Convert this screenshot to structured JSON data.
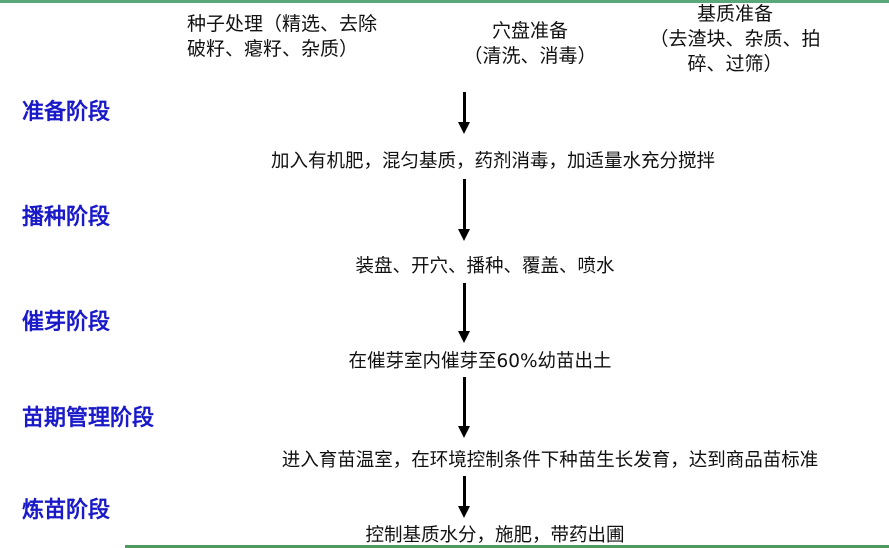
{
  "header_inputs": [
    {
      "id": "seed",
      "lines": [
        "种子处理（精选、去除",
        "破籽、瘪籽、杂质）"
      ]
    },
    {
      "id": "tray",
      "lines": [
        "穴盘准备",
        "（清洗、消毒）"
      ]
    },
    {
      "id": "substrate",
      "lines": [
        "基质准备",
        "（去渣块、杂质、拍",
        "碎、过筛）"
      ]
    }
  ],
  "stages": [
    {
      "label": "准备阶段",
      "step": "加入有机肥，混匀基质，药剂消毒，加适量水充分搅拌"
    },
    {
      "label": "播种阶段",
      "step": "装盘、开穴、播种、覆盖、喷水"
    },
    {
      "label": "催芽阶段",
      "step": "在催芽室内催芽至60%幼苗出土"
    },
    {
      "label": "苗期管理阶段",
      "step": "进入育苗温室，在环境控制条件下种苗生长发育，达到商品苗标准"
    },
    {
      "label": "炼苗阶段",
      "step": "控制基质水分，施肥，带药出圃"
    }
  ],
  "colors": {
    "stage_label": "#1a1ac8",
    "text": "#111111",
    "arrow": "#000000",
    "rule_top": "#5aa77a",
    "rule_bottom": "#4e9a5e"
  }
}
